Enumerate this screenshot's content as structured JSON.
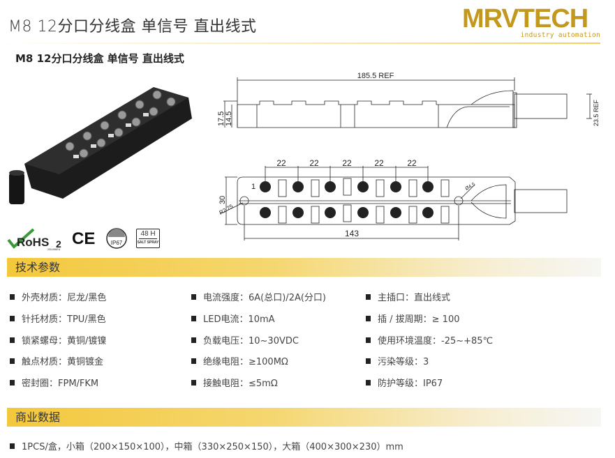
{
  "header": {
    "title": "M8 12分口分线盒 单信号 直出线式",
    "logo_brand": "MRVTECH",
    "logo_tagline": "industry automation"
  },
  "subtitle": "M8 12分口分线盒 单信号 直出线式",
  "certifications": {
    "rohs": "RoHS",
    "rohs_sub": "2",
    "rohs_note": "2011/65/EU",
    "ce": "CE",
    "ip": "IP67",
    "salt_hours": "48 H",
    "salt_label": "SALT SPRAY"
  },
  "drawing": {
    "overall_length": "185.5 REF",
    "height_total": "17.5",
    "height_body": "14.5",
    "cable_height": "23.5 REF",
    "pitch": "22",
    "width": "30",
    "radius": "R2.25",
    "offset": "1",
    "hole_dia": "Ø4.5",
    "hole_spacing": "143"
  },
  "tech_section": {
    "title": "技术参数",
    "specs": [
      [
        "外壳材质：尼龙/黑色",
        "电流强度：6A(总口)/2A(分口)",
        "主插口：直出线式"
      ],
      [
        "针托材质：TPU/黑色",
        "LED电流：10mA",
        "插 / 拔周期：≥ 100"
      ],
      [
        "锁紧螺母：黄铜/镀镍",
        "负载电压：10~30VDC",
        "使用环境温度：-25~+85℃"
      ],
      [
        "触点材质：黄铜镀金",
        "绝缘电阻：≥100MΩ",
        "污染等级：3"
      ],
      [
        "密封圈：FPM/FKM",
        "接触电阻：≤5mΩ",
        "防护等级：IP67"
      ]
    ]
  },
  "business_section": {
    "title": "商业数据",
    "packaging": "1PCS/盒，小箱（200×150×100），中箱（330×250×150），大箱（400×300×230）mm"
  },
  "colors": {
    "accent": "#f4c83c",
    "brand": "#c3981f"
  }
}
